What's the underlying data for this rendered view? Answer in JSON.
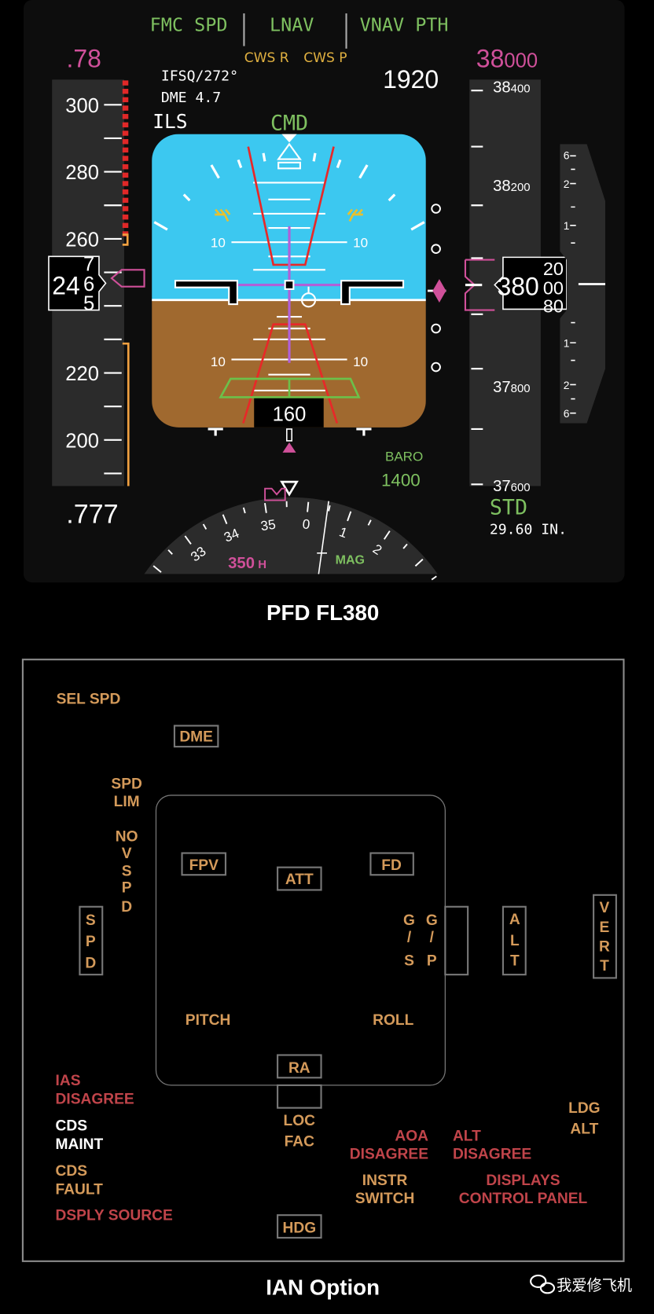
{
  "colors": {
    "green": "#7ec060",
    "magenta": "#d0509a",
    "amber": "#e0b040",
    "white": "#ffffff",
    "sky": "#3cc8f0",
    "ground": "#a0692f",
    "ian_orange": "#d49a5a",
    "ian_red": "#c0444a",
    "tape": "#2b2b2b"
  },
  "pfd": {
    "fma": {
      "speed_mode": "FMC SPD",
      "roll_mode": "LNAV",
      "pitch_mode": "VNAV PTH",
      "cws_r": "CWS R",
      "cws_p": "CWS P",
      "ap_status": "CMD"
    },
    "selected_mach": ".78",
    "selected_alt_big": "38",
    "selected_alt_small": "000",
    "nav_info": {
      "ident": "IFSQ/272°",
      "dme": "DME 4.7",
      "source": "ILS"
    },
    "radio_alt": "1920",
    "speed_tape": {
      "labels": [
        "300",
        "280",
        "260",
        "220",
        "200"
      ],
      "current_big": "24",
      "roll_digits": [
        "7",
        "6",
        "5"
      ],
      "mach": ".777"
    },
    "altitude_tape": {
      "labels": [
        {
          "big": "38",
          "small": "400"
        },
        {
          "big": "38",
          "small": "200"
        },
        {
          "big": "37",
          "small": "800"
        },
        {
          "big": "37",
          "small": "600"
        }
      ],
      "current_big": "380",
      "roll_digits": [
        "20",
        "00",
        "80"
      ]
    },
    "vsi": {
      "labels_top": [
        "6",
        "2",
        "1"
      ],
      "labels_bottom": [
        "1",
        "2",
        "6"
      ]
    },
    "pitch_labels": [
      "10",
      "10",
      "10",
      "10"
    ],
    "radio_height_box": "160",
    "minimums": {
      "label": "BARO",
      "value": "1400"
    },
    "baro": {
      "mode": "STD",
      "setting": "29.60 IN."
    },
    "heading": {
      "labels": [
        "33",
        "34",
        "35",
        "0",
        "1",
        "2"
      ],
      "selected": "350",
      "selected_suffix": "H",
      "ref": "MAG"
    },
    "caption": "PFD FL380"
  },
  "ian": {
    "sel_spd": "SEL SPD",
    "dme": "DME",
    "spd_lim": [
      "SPD",
      "LIM"
    ],
    "no_vspd": [
      "NO",
      "V",
      "S",
      "P",
      "D"
    ],
    "spd": [
      "S",
      "P",
      "D"
    ],
    "fpv": "FPV",
    "att": "ATT",
    "fd": "FD",
    "gs": [
      "G",
      "/",
      "S"
    ],
    "gp": [
      "G",
      "/",
      "P"
    ],
    "alt": [
      "A",
      "L",
      "T"
    ],
    "vert": [
      "V",
      "E",
      "R",
      "T"
    ],
    "pitch": "PITCH",
    "roll": "ROLL",
    "ra": "RA",
    "loc_fac": [
      "LOC",
      "FAC"
    ],
    "ias_disagree": [
      "IAS",
      "DISAGREE"
    ],
    "cds_maint": [
      "CDS",
      "MAINT"
    ],
    "cds_fault": [
      "CDS",
      "FAULT"
    ],
    "dsply_source": "DSPLY SOURCE",
    "aoa_disagree": [
      "AOA",
      "DISAGREE"
    ],
    "alt_disagree": [
      "ALT",
      "DISAGREE"
    ],
    "instr_switch": [
      "INSTR",
      "SWITCH"
    ],
    "displays_control_panel": [
      "DISPLAYS",
      "CONTROL PANEL"
    ],
    "ldg_alt": [
      "LDG",
      "ALT"
    ],
    "hdg": "HDG",
    "caption": "IAN Option"
  },
  "watermark": "我爱修飞机"
}
